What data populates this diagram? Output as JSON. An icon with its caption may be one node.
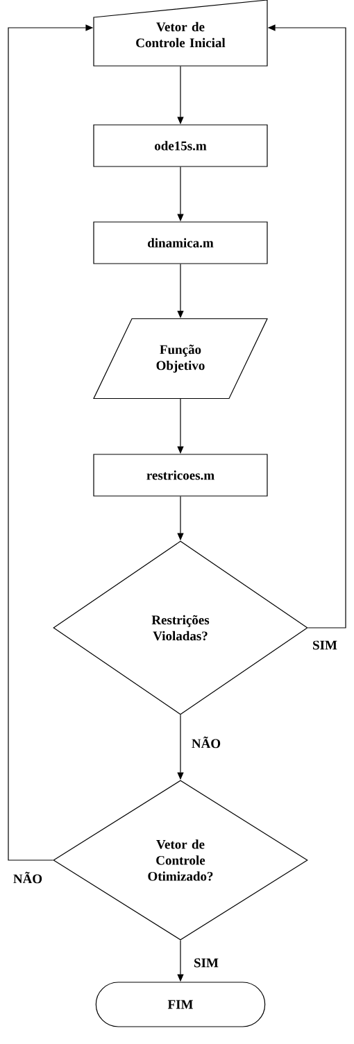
{
  "diagram": {
    "nodes": [
      {
        "text": [
          "Vetor de Controle Inicial"
        ]
      },
      {
        "text": [
          "ode15s.m"
        ]
      },
      {
        "text": [
          "dinamica.m"
        ]
      },
      {
        "text": [
          "Função Objetivo"
        ]
      },
      {
        "text": [
          "restricoes.m"
        ]
      },
      {
        "text": [
          "Restrições Violadas?"
        ]
      },
      {
        "text": [
          "Vetor de Controle Otimizado?"
        ]
      },
      {
        "text": [
          "FIM"
        ]
      }
    ],
    "edges": [
      {
        "from": 0,
        "to": 1,
        "arrow": "to"
      },
      {
        "from": 1,
        "to": 2,
        "arrow": "to"
      },
      {
        "from": 2,
        "to": 3,
        "arrow": "to"
      },
      {
        "from": 3,
        "to": 4,
        "arrow": "to"
      },
      {
        "from": 4,
        "to": 5,
        "arrow": "to"
      },
      {
        "from": 5,
        "to": 0,
        "arrow": "to",
        "label": "SIM"
      },
      {
        "from": 5,
        "to": 6,
        "arrow": "to",
        "label": "NÃO"
      },
      {
        "from": 6,
        "to": 0,
        "arrow": "to",
        "label": "NÃO"
      },
      {
        "from": 6,
        "to": 7,
        "arrow": "to",
        "label": "SIM"
      }
    ]
  }
}
